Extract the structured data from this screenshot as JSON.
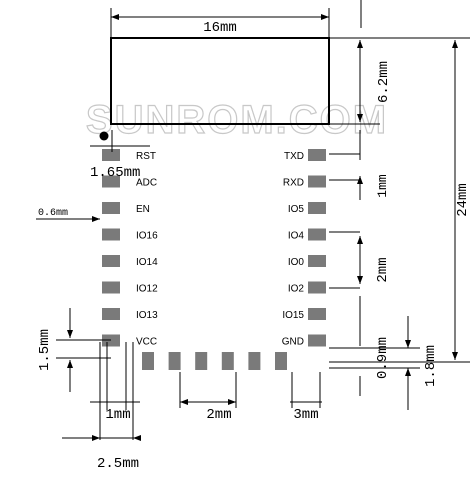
{
  "dimensions": {
    "width": "16mm",
    "antenna_height": "6.2mm",
    "total_height": "24mm",
    "pin_pitch_right": "1mm",
    "pad_width": "0.6mm",
    "pitch_left": "1.65mm",
    "pin_spacing_right": "2mm",
    "corner_offset": "1.5mm",
    "bottom_pitch_1mm": "1mm",
    "bottom_pitch_2mm": "2mm",
    "bottom_pitch_3mm": "3mm",
    "pad_size": "0.9mm",
    "bottom_margin": "1.8mm",
    "bottom_offset": "2.5mm"
  },
  "left_pins": [
    "RST",
    "ADC",
    "EN",
    "IO16",
    "IO14",
    "IO12",
    "IO13",
    "VCC"
  ],
  "right_pins": [
    "TXD",
    "RXD",
    "IO5",
    "IO4",
    "IO0",
    "IO2",
    "IO15",
    "GND"
  ],
  "watermark": "SUNROM.COM",
  "colors": {
    "line": "#000000",
    "pad": "#7a7a7a",
    "watermark_fill": "#ffffff",
    "watermark_stroke": "#c8c8c8"
  }
}
